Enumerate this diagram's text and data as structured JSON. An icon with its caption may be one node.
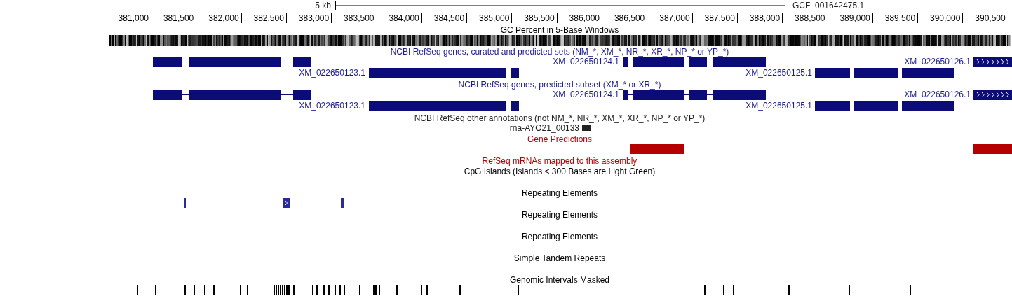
{
  "diagram": {
    "labels": [
      "5 kb",
      "GCF_001642475.1",
      "381,000",
      "381,500",
      "382,000",
      "382,500",
      "383,000",
      "383,500",
      "384,000",
      "384,500",
      "385,000",
      "385,500",
      "386,000",
      "386,500",
      "387,000",
      "387,500",
      "388,000",
      "388,500",
      "389,000",
      "389,500",
      "390,000",
      "390,500",
      "GC Percent in 5-Base Windows",
      "NCBI RefSeq genes, curated and predicted sets (NM_*, XM_*, NR_*, XR_*, NP_* or YP_*)",
      "XM_022650124.1",
      "XM_022650126.1",
      "XM_022650123.1",
      "XM_022650125.1",
      "NCBI RefSeq genes, predicted subset (XM_* or XR_*)",
      "XM_022650124.1",
      "XM_022650126.1",
      "XM_022650123.1",
      "XM_022650125.1",
      "NCBI RefSeq other annotations (not NM_*, NR_*, XM_*, XR_*, NP_* or YP_*)",
      "rna-AYO21_00133",
      "Gene Predictions",
      "RefSeq mRNAs mapped to this assembly",
      "CpG Islands (Islands < 300 Bases are Light Green)",
      "Repeating Elements",
      "Repeating Elements",
      "Repeating Elements",
      "Simple Tandem Repeats",
      "Genomic Intervals Masked"
    ]
  }
}
